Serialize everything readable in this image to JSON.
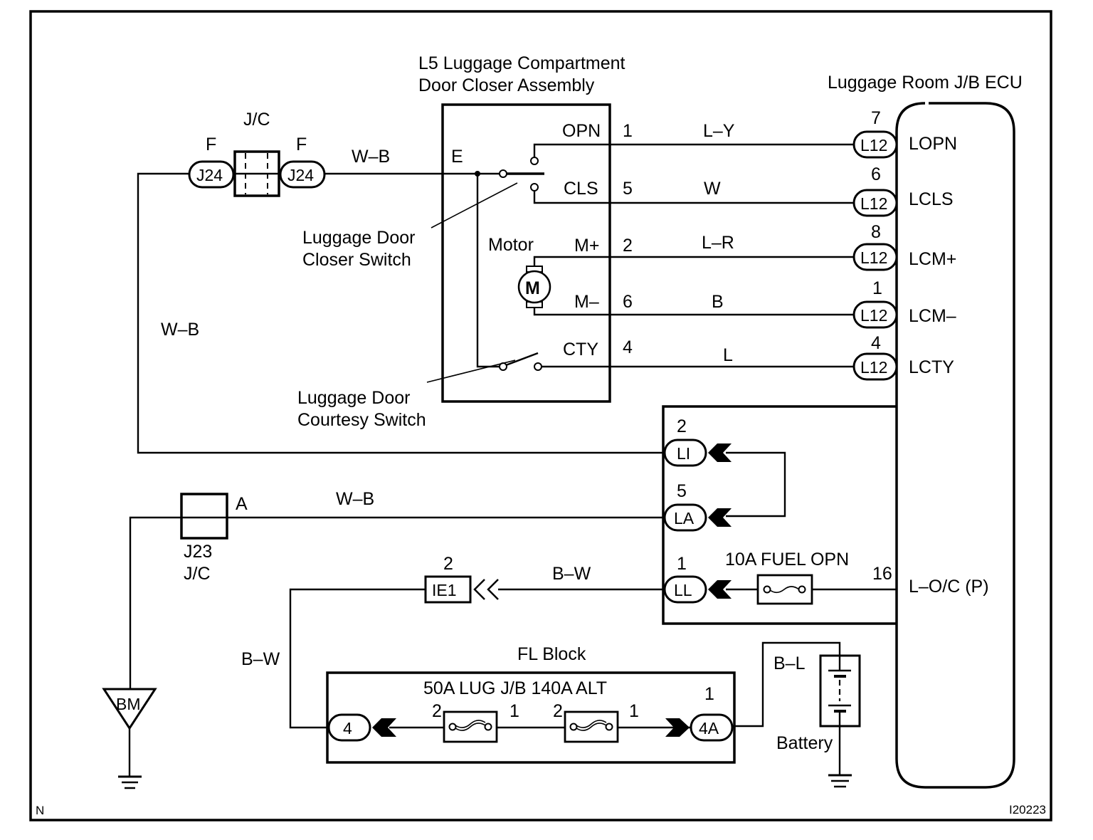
{
  "diagram": {
    "corner_mark": "N",
    "figure_id": "I20223",
    "components": {
      "door_closer_assembly": {
        "title_line1": "L5 Luggage Compartment",
        "title_line2": "Door Closer Assembly"
      },
      "ecu": {
        "title": "Luggage Room J/B ECU"
      },
      "jc_top": {
        "label": "J/C",
        "left_pin": "F",
        "right_pin": "F",
        "connector": "J24"
      },
      "jc_bottom": {
        "code": "J23",
        "label": "J/C",
        "pin": "A"
      },
      "closer_switch": {
        "line1": "Luggage Door",
        "line2": "Closer Switch"
      },
      "courtesy_switch": {
        "line1": "Luggage Door",
        "line2": "Courtesy Switch"
      },
      "motor": {
        "label": "Motor",
        "symbol": "M"
      },
      "ground_point": {
        "label": "BM"
      },
      "fl_block": {
        "title": "FL Block",
        "fuse_labels": "50A LUG J/B  140A ALT"
      },
      "battery": {
        "label": "Battery",
        "wire": "B–L"
      },
      "fuel_opn_fuse": {
        "label": "10A FUEL OPN",
        "pin": "16",
        "terminal": "L–O/C (P)"
      },
      "ie1_connector": {
        "code": "IE1",
        "pin": "2"
      }
    },
    "assembly_terminals": [
      {
        "name": "E"
      },
      {
        "name": "OPN",
        "pin": "1",
        "wire": "L–Y",
        "ecu_pin": "7",
        "connector": "L12",
        "ecu_terminal": "LOPN"
      },
      {
        "name": "CLS",
        "pin": "5",
        "wire": "W",
        "ecu_pin": "6",
        "connector": "L12",
        "ecu_terminal": "LCLS"
      },
      {
        "name": "M+",
        "pin": "2",
        "wire": "L–R",
        "ecu_pin": "8",
        "connector": "L12",
        "ecu_terminal": "LCM+"
      },
      {
        "name": "M–",
        "pin": "6",
        "wire": "B",
        "ecu_pin": "1",
        "connector": "L12",
        "ecu_terminal": "LCM–"
      },
      {
        "name": "CTY",
        "pin": "4",
        "wire": "L",
        "ecu_pin": "4",
        "connector": "L12",
        "ecu_terminal": "LCTY"
      }
    ],
    "ecu_inputs": [
      {
        "pin": "2",
        "connector": "LI"
      },
      {
        "pin": "5",
        "connector": "LA"
      },
      {
        "pin": "1",
        "connector": "LL"
      }
    ],
    "wires": {
      "jc_to_e": "W–B",
      "left_vertical": "W–B",
      "j23_to_la": "W–B",
      "ll_to_ie1": "B–W",
      "ie1_down": "B–W"
    },
    "fl_block_pins": {
      "left_connector": "4",
      "right_connector": "4A",
      "right_connector_pin": "1",
      "fuse1_pin_left": "2",
      "fuse1_pin_right": "1",
      "fuse2_pin_left": "2",
      "fuse2_pin_right": "1"
    }
  }
}
